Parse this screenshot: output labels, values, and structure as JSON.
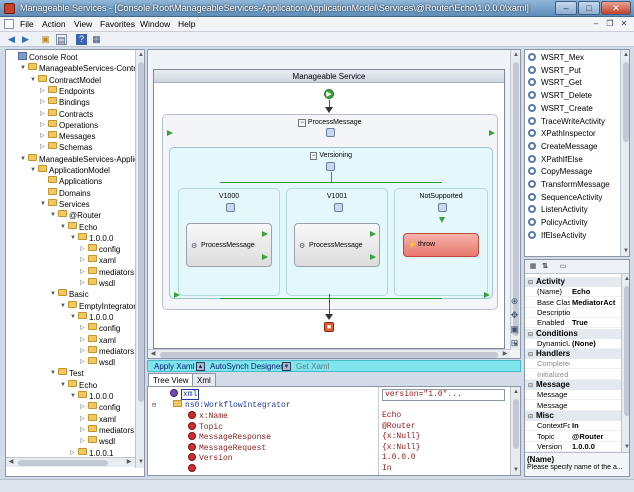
{
  "window": {
    "title": "Manageable Services - [Console Root\\ManageableServices-Application\\ApplicationModel\\Services\\@Router\\Echo\\1.0.0.0\\xaml]"
  },
  "menu": [
    "File",
    "Action",
    "View",
    "Favorites",
    "Window",
    "Help"
  ],
  "tree": [
    {
      "label": "Console Root",
      "depth": 0,
      "icon": "root",
      "toggle": ""
    },
    {
      "label": "ManageableServices-Contract",
      "depth": 1,
      "icon": "folder",
      "toggle": "▼"
    },
    {
      "label": "ContractModel",
      "depth": 2,
      "icon": "folder",
      "toggle": "▼"
    },
    {
      "label": "Endpoints",
      "depth": 3,
      "icon": "folder",
      "toggle": "▷"
    },
    {
      "label": "Bindings",
      "depth": 3,
      "icon": "folder",
      "toggle": "▷"
    },
    {
      "label": "Contracts",
      "depth": 3,
      "icon": "folder",
      "toggle": "▷"
    },
    {
      "label": "Operations",
      "depth": 3,
      "icon": "folder",
      "toggle": "▷"
    },
    {
      "label": "Messages",
      "depth": 3,
      "icon": "folder",
      "toggle": "▷"
    },
    {
      "label": "Schemas",
      "depth": 3,
      "icon": "folder",
      "toggle": "▷"
    },
    {
      "label": "ManageableServices-Application",
      "depth": 1,
      "icon": "folder",
      "toggle": "▼"
    },
    {
      "label": "ApplicationModel",
      "depth": 2,
      "icon": "folder",
      "toggle": "▼"
    },
    {
      "label": "Applications",
      "depth": 3,
      "icon": "folder",
      "toggle": ""
    },
    {
      "label": "Domains",
      "depth": 3,
      "icon": "folder",
      "toggle": ""
    },
    {
      "label": "Services",
      "depth": 3,
      "icon": "folder",
      "toggle": "▼"
    },
    {
      "label": "@Router",
      "depth": 4,
      "icon": "folder",
      "toggle": "▼"
    },
    {
      "label": "Echo",
      "depth": 5,
      "icon": "folder",
      "toggle": "▼"
    },
    {
      "label": "1.0.0.0",
      "depth": 6,
      "icon": "folder",
      "toggle": "▼"
    },
    {
      "label": "config",
      "depth": 7,
      "icon": "folder",
      "toggle": "▷"
    },
    {
      "label": "xaml",
      "depth": 7,
      "icon": "folder",
      "toggle": "▷"
    },
    {
      "label": "mediators",
      "depth": 7,
      "icon": "folder",
      "toggle": "▷"
    },
    {
      "label": "wsdl",
      "depth": 7,
      "icon": "folder",
      "toggle": "▷"
    },
    {
      "label": "Basic",
      "depth": 4,
      "icon": "folder",
      "toggle": "▼"
    },
    {
      "label": "EmptyIntegrator",
      "depth": 5,
      "icon": "folder",
      "toggle": "▼"
    },
    {
      "label": "1.0.0.0",
      "depth": 6,
      "icon": "folder",
      "toggle": "▼"
    },
    {
      "label": "config",
      "depth": 7,
      "icon": "folder",
      "toggle": "▷"
    },
    {
      "label": "xaml",
      "depth": 7,
      "icon": "folder",
      "toggle": "▷"
    },
    {
      "label": "mediators",
      "depth": 7,
      "icon": "folder",
      "toggle": "▷"
    },
    {
      "label": "wsdl",
      "depth": 7,
      "icon": "folder",
      "toggle": "▷"
    },
    {
      "label": "Test",
      "depth": 4,
      "icon": "folder",
      "toggle": "▼"
    },
    {
      "label": "Echo",
      "depth": 5,
      "icon": "folder",
      "toggle": "▼"
    },
    {
      "label": "1.0.0.0",
      "depth": 6,
      "icon": "folder",
      "toggle": "▼"
    },
    {
      "label": "config",
      "depth": 7,
      "icon": "folder",
      "toggle": "▷"
    },
    {
      "label": "xaml",
      "depth": 7,
      "icon": "folder",
      "toggle": "▷"
    },
    {
      "label": "mediators",
      "depth": 7,
      "icon": "folder",
      "toggle": "▷"
    },
    {
      "label": "wsdl",
      "depth": 7,
      "icon": "folder",
      "toggle": "▷"
    },
    {
      "label": "1.0.0.1",
      "depth": 6,
      "icon": "folder",
      "toggle": "▷"
    }
  ],
  "designer": {
    "service_title": "Manageable Service",
    "process_message": "ProcessMessage",
    "versioning": "Versioning",
    "branches": [
      {
        "name": "V1000",
        "activity": "ProcessMessage"
      },
      {
        "name": "V1001",
        "activity": "ProcessMessage"
      },
      {
        "name": "NotSupported",
        "activity": "throw"
      }
    ]
  },
  "xml_toolbar": {
    "apply": "Apply Xaml",
    "autosynch": "AutoSynch Designer",
    "get": "Get Xaml"
  },
  "xml_tabs": [
    "Tree View",
    "Xml"
  ],
  "xml_tree": {
    "root": "xml",
    "root_value": "version=\"1.0\"...",
    "node": "ns0:WorkflowIntegrator",
    "attrs": [
      {
        "name": "x:Name",
        "value": "Echo"
      },
      {
        "name": "Topic",
        "value": "@Router"
      },
      {
        "name": "MessageResponse",
        "value": "{x:Null}"
      },
      {
        "name": "MessageRequest",
        "value": "{x:Null}"
      },
      {
        "name": "Version",
        "value": "1.0.0.0"
      },
      {
        "name": "",
        "value": "In"
      }
    ]
  },
  "toolbox": [
    "WSRT_Mex",
    "WSRT_Put",
    "WSRT_Get",
    "WSRT_Delete",
    "WSRT_Create",
    "TraceWriteActivity",
    "XPathInspector",
    "CreateMessage",
    "XPathIfElse",
    "CopyMessage",
    "TransformMessage",
    "SequenceActivity",
    "ListenActivity",
    "PolicyActivity",
    "IfElseActivity"
  ],
  "properties": {
    "groups": [
      {
        "name": "Activity",
        "rows": [
          {
            "k": "(Name)",
            "v": "Echo"
          },
          {
            "k": "Base Class",
            "v": "MediatorAct"
          },
          {
            "k": "Descriptio",
            "v": ""
          },
          {
            "k": "Enabled",
            "v": "True"
          }
        ]
      },
      {
        "name": "Conditions",
        "rows": [
          {
            "k": "DynamicUp",
            "v": "(None)"
          }
        ]
      },
      {
        "name": "Handlers",
        "rows": [
          {
            "k": "Completed",
            "v": "",
            "disabled": true
          },
          {
            "k": "Initialized",
            "v": "",
            "disabled": true
          }
        ]
      },
      {
        "name": "Message",
        "rows": [
          {
            "k": "Message",
            "v": ""
          },
          {
            "k": "Message",
            "v": ""
          }
        ]
      },
      {
        "name": "Misc",
        "rows": [
          {
            "k": "ContextFo",
            "v": "In"
          },
          {
            "k": "Topic",
            "v": "@Router"
          },
          {
            "k": "Version",
            "v": "1.0.0.0"
          }
        ]
      }
    ],
    "desc_title": "(Name)",
    "desc_text": "Please specify name of the a..."
  },
  "colors": {
    "accent": "#7fe5ef",
    "versioning_bg": "#e4f8fb",
    "throw": "#f08a80",
    "flow": "#2d9a2d"
  }
}
